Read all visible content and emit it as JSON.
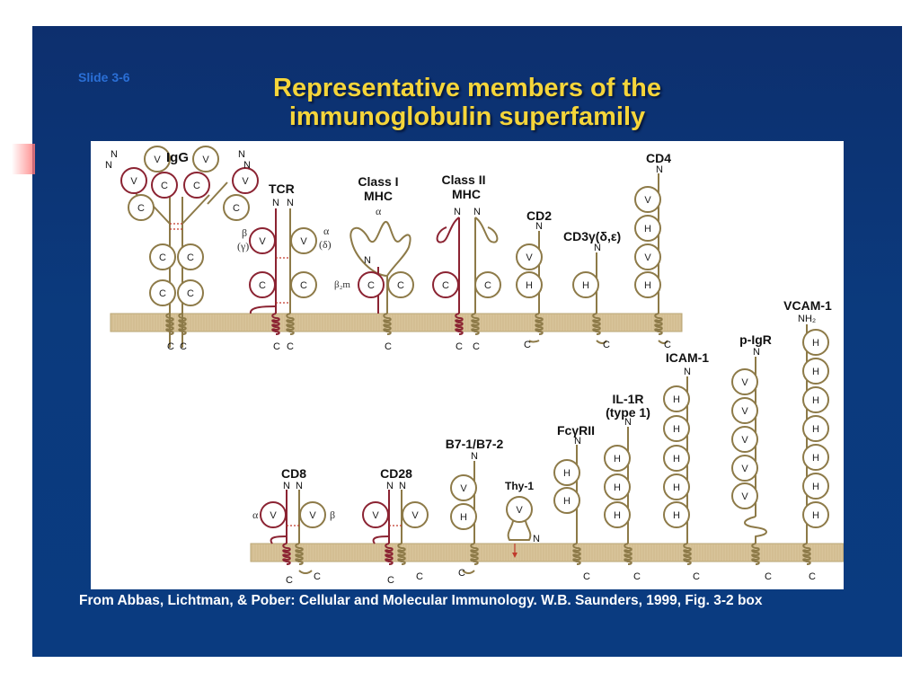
{
  "slide_number": "Slide 3-6",
  "title_line1": "Representative members of the",
  "title_line2": "immunoglobulin superfamily",
  "citation": "From Abbas, Lichtman, & Pober: Cellular and Molecular Immunology. W.B. Saunders, 1999, Fig. 3-2 box",
  "colors": {
    "membrane": "#d8c49a",
    "olive_chain": "#8d7a48",
    "maroon_chain": "#8b2332",
    "title": "#f5d53a"
  },
  "molecules": {
    "igg": "IgG",
    "tcr": "TCR",
    "class1_line1": "Class I",
    "class1_line2": "MHC",
    "class2_line1": "Class II",
    "class2_line2": "MHC",
    "cd2": "CD2",
    "cd3": "CD3γ(δ,ε)",
    "cd4": "CD4",
    "vcam1": "VCAM-1",
    "pigr": "p-IgR",
    "icam1": "ICAM-1",
    "il1r_line1": "IL-1R",
    "il1r_line2": "(type 1)",
    "fcgrii": "FcγRII",
    "b7": "B7-1/B7-2",
    "thy1": "Thy-1",
    "cd8": "CD8",
    "cd28": "CD28"
  },
  "chain_labels": {
    "alpha": "α",
    "delta_paren": "(δ)",
    "beta": "β",
    "gamma_paren": "(γ)",
    "beta2m": "β₂m",
    "nh2": "NH₂"
  },
  "domains": {
    "V": "V",
    "C": "C",
    "H": "H"
  },
  "termini": {
    "N": "N",
    "C": "C"
  }
}
